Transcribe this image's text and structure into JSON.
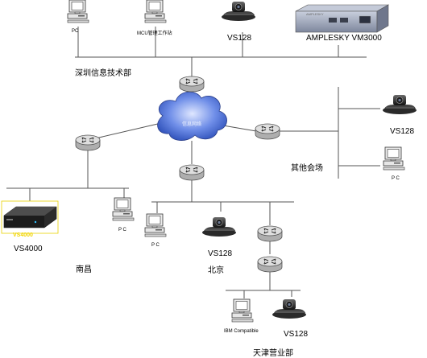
{
  "colors": {
    "line": "#555555",
    "router_top": "#d9d9d9",
    "router_side": "#b0b0b0",
    "cloud": "#3d5fc7",
    "vs4000_label": "#f2d500",
    "mcu_body": "#9aa3b7"
  },
  "devices": {
    "pc_top_left": {
      "label": "PC",
      "icon": "pc-icon"
    },
    "mcu_workstation": {
      "label": "MCU管理工作站",
      "icon": "pc-icon"
    },
    "vs128_top": {
      "label": "VS128",
      "icon": "video-terminal-icon"
    },
    "mcu": {
      "label": "AMPLESKY VM3000",
      "brand": "AMPLESKY",
      "icon": "mcu-server-icon"
    },
    "vs128_other": {
      "label": "VS128",
      "icon": "video-terminal-icon"
    },
    "pc_other": {
      "label": "P C",
      "icon": "pc-icon"
    },
    "vs4000": {
      "label": "VS4000",
      "badge": "VS4000",
      "icon": "vs4000-terminal-icon"
    },
    "pc_nanchang": {
      "label": "P C",
      "icon": "pc-icon"
    },
    "pc_beijing": {
      "label": "P C",
      "icon": "pc-icon"
    },
    "vs128_beijing": {
      "label": "VS128",
      "icon": "video-terminal-icon"
    },
    "ibm_pc": {
      "label": "IBM Compatible",
      "icon": "pc-icon"
    },
    "vs128_tianjin": {
      "label": "VS128",
      "icon": "video-terminal-icon"
    }
  },
  "sites": {
    "shenzhen": "深圳信息技术部",
    "other": "其他会场",
    "nanchang": "南昌",
    "beijing": "北京",
    "tianjin": "天津营业部"
  },
  "cloud": {
    "label": "信息网络",
    "icon": "network-cloud-icon"
  },
  "router_icon": "router-icon"
}
